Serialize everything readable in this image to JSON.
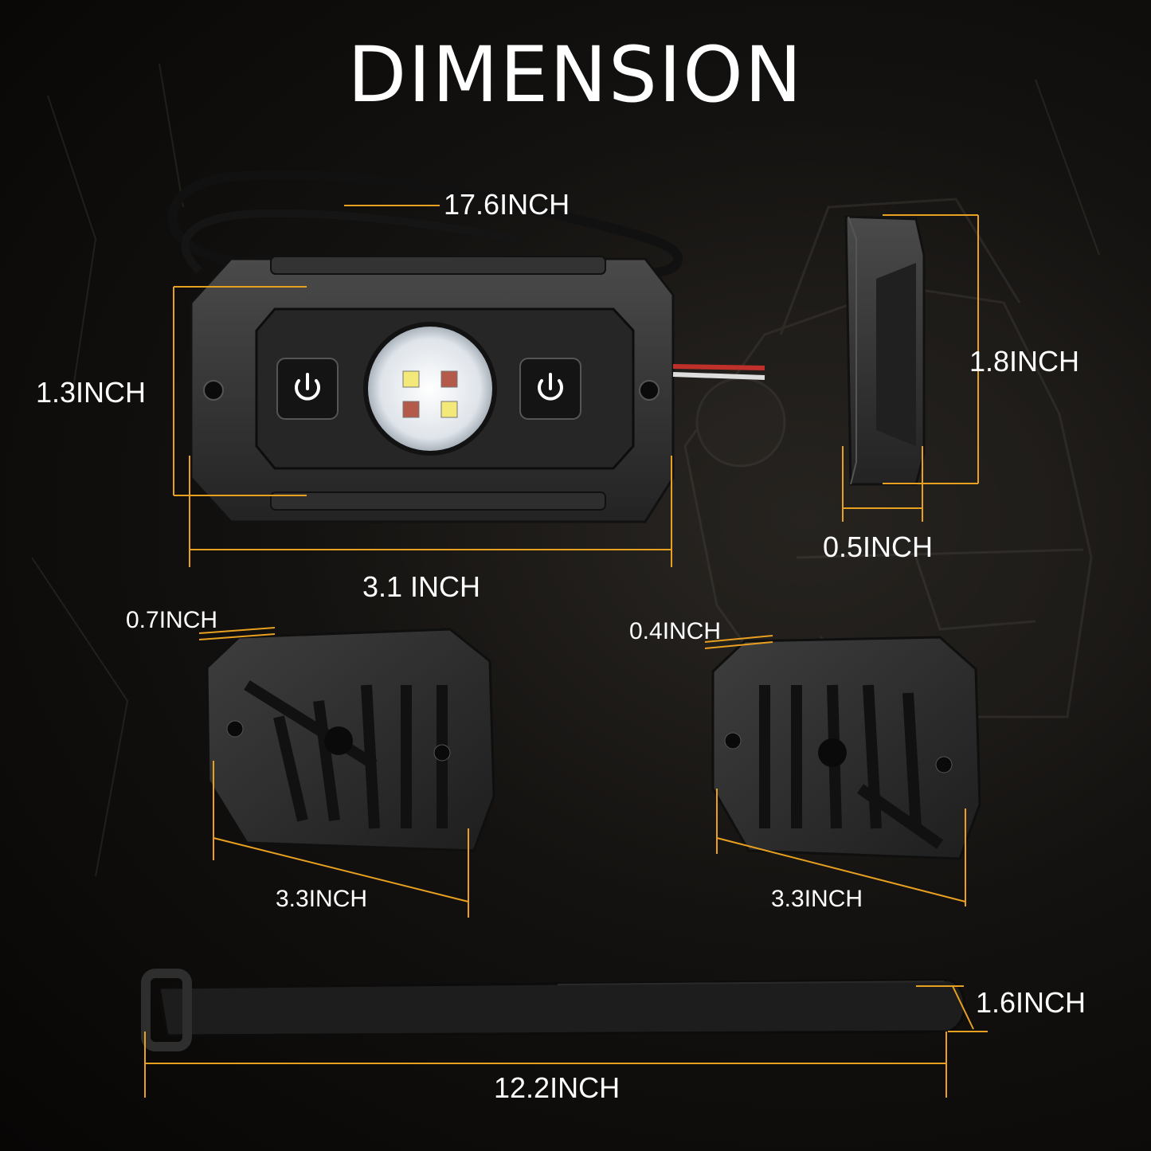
{
  "title": "DIMENSION",
  "colors": {
    "accent": "#e8a020",
    "text": "#ffffff",
    "background": "#0b0a09",
    "product": "#2b2b2b"
  },
  "icons": [
    "power-icon"
  ],
  "dimensions": {
    "cable_length": "17.6INCH",
    "light_height": "1.3INCH",
    "light_width": "3.1 INCH",
    "side_height": "1.8INCH",
    "side_depth": "0.5INCH",
    "mount1_thickness": "0.7INCH",
    "mount1_width": "3.3INCH",
    "mount2_thickness": "0.4INCH",
    "mount2_width": "3.3INCH",
    "strap_width": "1.6INCH",
    "strap_length": "12.2INCH"
  }
}
